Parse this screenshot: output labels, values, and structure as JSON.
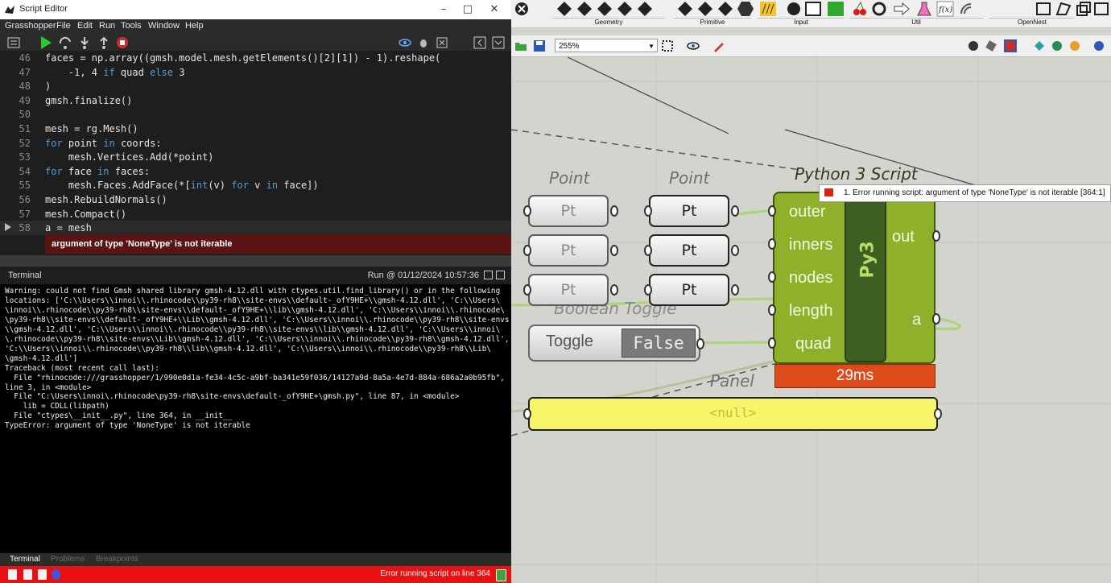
{
  "window": {
    "title": "Script Editor",
    "controls": [
      "–",
      "□",
      "✕"
    ]
  },
  "menu": [
    "Grasshopper",
    "File",
    "Edit",
    "Run",
    "Tools",
    "Window",
    "Help"
  ],
  "code": [
    {
      "n": "46",
      "html": "faces = np.array((gmsh.model.mesh.getElements()[2][1]) - 1).reshape("
    },
    {
      "n": "47",
      "html": "    -1, 4 <span class=\"kw\">if</span> quad <span class=\"kw\">else</span> 3"
    },
    {
      "n": "48",
      "html": ")"
    },
    {
      "n": "49",
      "html": "gmsh.finalize()"
    },
    {
      "n": "50",
      "html": ""
    },
    {
      "n": "51",
      "html": "mesh = rg.Mesh()"
    },
    {
      "n": "52",
      "html": "<span class=\"kw\">for</span> point <span class=\"kw\">in</span> coords:"
    },
    {
      "n": "53",
      "html": "    mesh.Vertices.Add(*point)"
    },
    {
      "n": "54",
      "html": "<span class=\"kw\">for</span> face <span class=\"kw\">in</span> faces:"
    },
    {
      "n": "55",
      "html": "    mesh.Faces.AddFace(*[<span class=\"kw\">int</span>(v) <span class=\"kw\">for</span> v <span class=\"kw\">in</span> face])"
    },
    {
      "n": "56",
      "html": "mesh.RebuildNormals()"
    },
    {
      "n": "57",
      "html": "mesh.Compact()"
    },
    {
      "n": "58",
      "html": "a = mesh"
    }
  ],
  "inline_error": "argument of type 'NoneType' is not iterable",
  "terminal": {
    "label": "Terminal",
    "run_info": "Run @ 01/12/2024 10:57:36",
    "lines": [
      "Warning: could not find Gmsh shared library gmsh-4.12.dll with ctypes.util.find_library() or in the following",
      "locations: ['C:\\\\Users\\\\innoi\\\\.rhinocode\\\\py39-rh8\\\\site-envs\\\\default-_ofY9HE+\\\\gmsh-4.12.dll', 'C:\\\\Users\\",
      "\\innoi\\\\.rhinocode\\\\py39-rh8\\\\site-envs\\\\default-_ofY9HE+\\\\lib\\\\gmsh-4.12.dll', 'C:\\\\Users\\\\innoi\\\\.rhinocode\\",
      "\\py39-rh8\\\\site-envs\\\\default-_ofY9HE+\\\\Lib\\\\gmsh-4.12.dll', 'C:\\\\Users\\\\innoi\\\\.rhinocode\\\\py39-rh8\\\\site-envs",
      "\\\\gmsh-4.12.dll', 'C:\\\\Users\\\\innoi\\\\.rhinocode\\\\py39-rh8\\\\site-envs\\\\lib\\\\gmsh-4.12.dll', 'C:\\\\Users\\\\innoi\\",
      "\\.rhinocode\\\\py39-rh8\\\\site-envs\\\\Lib\\\\gmsh-4.12.dll', 'C:\\\\Users\\\\innoi\\\\.rhinocode\\\\py39-rh8\\\\gmsh-4.12.dll',",
      "'C:\\\\Users\\\\innoi\\\\.rhinocode\\\\py39-rh8\\\\lib\\\\gmsh-4.12.dll', 'C:\\\\Users\\\\innoi\\\\.rhinocode\\\\py39-rh8\\\\Lib\\",
      "\\gmsh-4.12.dll']",
      "Traceback (most recent call last):",
      "  File \"rhinocode:///grasshopper/1/990e0d1a-fe34-4c5c-a9bf-ba341e59f036/14127a9d-8a5a-4e7d-884a-686a2a0b95fb\",",
      "line 3, in <module>",
      "  File \"C:\\Users\\innoi\\.rhinocode\\py39-rh8\\site-envs\\default-_ofY9HE+\\gmsh.py\", line 87, in <module>",
      "    lib = CDLL(libpath)",
      "  File \"ctypes\\__init__.py\", line 364, in __init__",
      "TypeError: argument of type 'NoneType' is not iterable"
    ]
  },
  "bottom_tabs": [
    "Terminal",
    "Problems",
    "Breakpoints"
  ],
  "status_message": "Error running script on line 364",
  "gh": {
    "ribbon_groups": [
      "Geometry",
      "Primitive",
      "Input",
      "Util",
      "OpenNest"
    ],
    "zoom": "255%",
    "point_title": "Point",
    "point_label": "Pt",
    "python_title": "Python 3 Script",
    "inputs": [
      "outer",
      "inners",
      "nodes",
      "length",
      "quad"
    ],
    "outputs": [
      "out",
      "a"
    ],
    "core_label": "Py3",
    "timer": "29ms",
    "tooltip": "1. Error running script: argument of type 'NoneType' is not iterable [364:1]",
    "toggle_title": "Boolean Toggle",
    "toggle_label": "Toggle",
    "toggle_value": "False",
    "panel_title": "Panel",
    "panel_value": "<null>"
  },
  "colors": {
    "error_red": "#e81010",
    "component_green": "#8fb12a",
    "timer_orange": "#dd4b1a",
    "panel_yellow": "#f7f56a"
  }
}
